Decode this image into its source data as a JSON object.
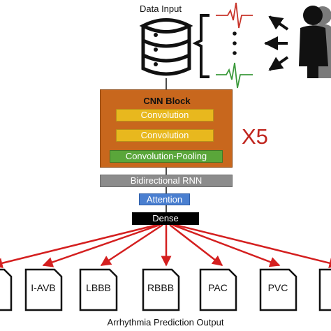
{
  "data_input_label": "Data Input",
  "cnn_block": {
    "title": "CNN Block",
    "layers": [
      "Convolution",
      "Convolution",
      "Convolution-Pooling"
    ],
    "repeat": "X5"
  },
  "bidirectional_rnn": "Bidirectional RNN",
  "attention": "Attention",
  "dense": "Dense",
  "outputs": [
    "I-AVB",
    "LBBB",
    "RBBB",
    "PAC",
    "PVC"
  ],
  "output_title": "Arrhythmia Prediction Output",
  "colors": {
    "cnn_block": "#c8671d",
    "convolution": "#e8b81e",
    "convolution_pooling": "#5aa63a",
    "rnn": "#8c8c8c",
    "attention": "#4a7fd0",
    "dense": "#000000",
    "arrows": "#d41f1f",
    "x5": "#c0251e",
    "ecg_red": "#c8342a",
    "ecg_green": "#3c9a3c"
  },
  "icons": [
    "database-icon",
    "ecg-trace-icon",
    "person-icon"
  ]
}
